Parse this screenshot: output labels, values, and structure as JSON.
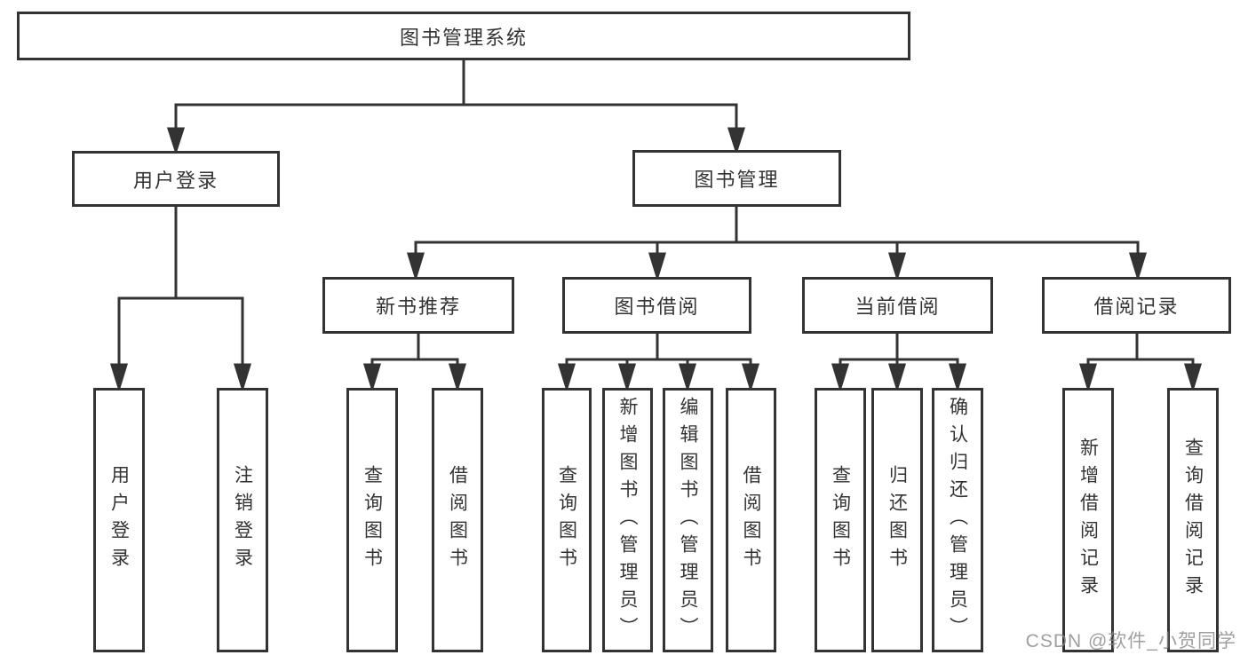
{
  "diagram": {
    "type": "hierarchy-tree",
    "root": {
      "label": "图书管理系统",
      "children": [
        {
          "label": "用户登录",
          "children": [
            {
              "label": "用户登录"
            },
            {
              "label": "注销登录"
            }
          ]
        },
        {
          "label": "图书管理",
          "children": [
            {
              "label": "新书推荐",
              "children": [
                {
                  "label": "查询图书"
                },
                {
                  "label": "借阅图书"
                }
              ]
            },
            {
              "label": "图书借阅",
              "children": [
                {
                  "label": "查询图书"
                },
                {
                  "label": "新增图书（管理员）"
                },
                {
                  "label": "编辑图书（管理员）"
                },
                {
                  "label": "借阅图书"
                }
              ]
            },
            {
              "label": "当前借阅",
              "children": [
                {
                  "label": "查询图书"
                },
                {
                  "label": "归还图书"
                },
                {
                  "label": "确认归还（管理员）"
                }
              ]
            },
            {
              "label": "借阅记录",
              "children": [
                {
                  "label": "新增借阅记录"
                },
                {
                  "label": "查询借阅记录"
                }
              ]
            }
          ]
        }
      ]
    },
    "colors": {
      "line": "#333333",
      "box_border": "#333333",
      "box_background": "#ffffff",
      "text": "#333333",
      "watermark_text": "#8a8a8a"
    }
  },
  "watermark": {
    "text": "CSDN @软件_小贺同学"
  }
}
